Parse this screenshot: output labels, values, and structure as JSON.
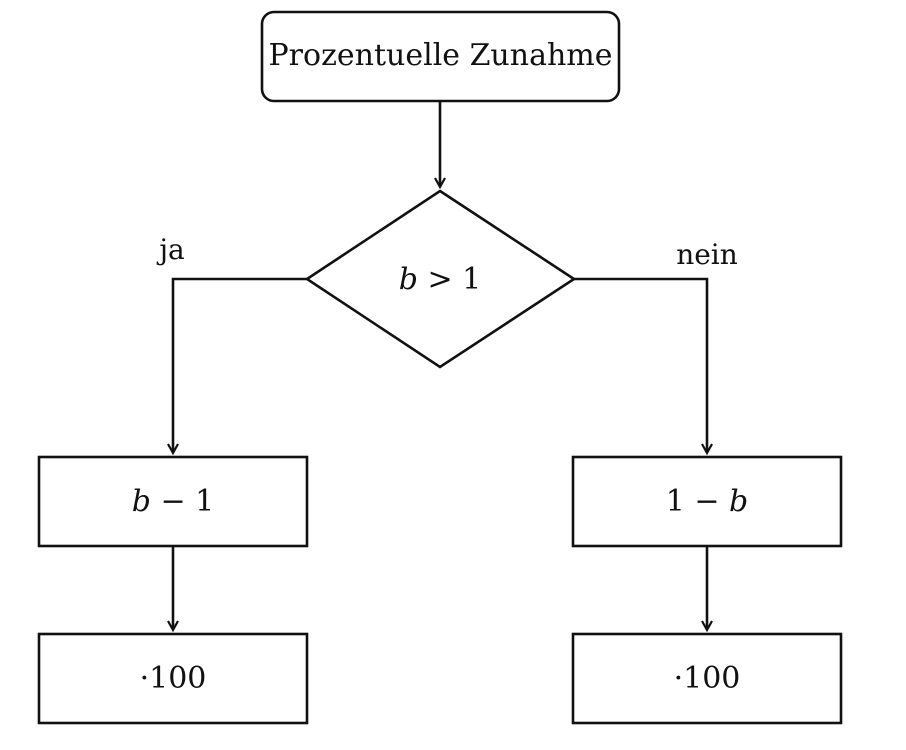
{
  "flowchart": {
    "start": {
      "label": "Prozentuelle Zunahme"
    },
    "decision": {
      "var": "b",
      "op": " > ",
      "num": "1"
    },
    "branch_yes": {
      "label": "ja",
      "step1": {
        "var": "b",
        "op": " − ",
        "num": "1"
      },
      "step2": {
        "label": "·100"
      }
    },
    "branch_no": {
      "label": "nein",
      "step1": {
        "num": "1",
        "op": " − ",
        "var": "b"
      },
      "step2": {
        "label": "·100"
      }
    }
  }
}
